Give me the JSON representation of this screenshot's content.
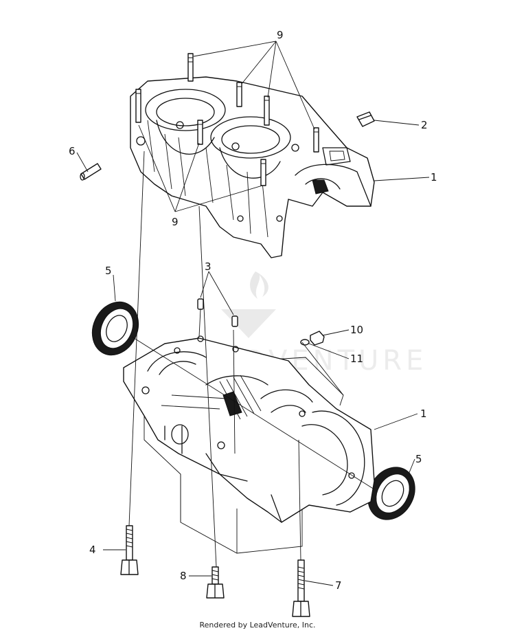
{
  "callouts": {
    "c9_top": "9",
    "c2": "2",
    "c1_upper": "1",
    "c6": "6",
    "c9_bottom": "9",
    "c5_left": "5",
    "c3": "3",
    "c10": "10",
    "c11": "11",
    "c1_lower": "1",
    "c5_right": "5",
    "c4": "4",
    "c8": "8",
    "c7": "7"
  },
  "watermark": {
    "text": "LEADVENTURE"
  },
  "footer": {
    "text": "Rendered by LeadVenture, Inc."
  }
}
